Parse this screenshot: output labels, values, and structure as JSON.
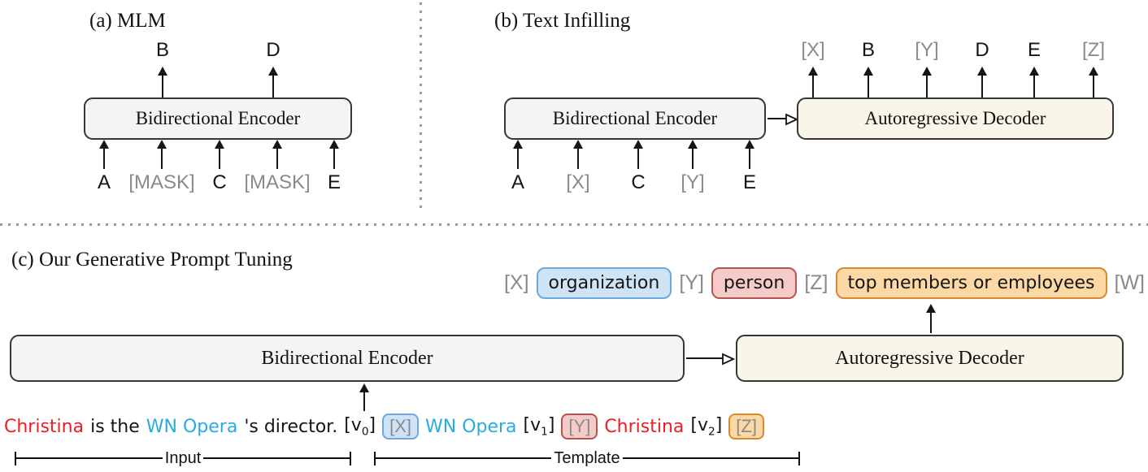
{
  "panels": {
    "a": {
      "title": "(a) MLM",
      "encoder": "Bidirectional Encoder",
      "outputs": [
        "B",
        "D"
      ],
      "inputs": [
        "A",
        "[MASK]",
        "C",
        "[MASK]",
        "E"
      ]
    },
    "b": {
      "title": "(b) Text Infilling",
      "encoder": "Bidirectional Encoder",
      "decoder": "Autoregressive Decoder",
      "inputs": [
        "A",
        "[X]",
        "C",
        "[Y]",
        "E"
      ],
      "outputs": [
        "[X]",
        "B",
        "[Y]",
        "D",
        "E",
        "[Z]"
      ]
    },
    "c": {
      "title": "(c) Our Generative Prompt Tuning",
      "encoder": "Bidirectional Encoder",
      "decoder": "Autoregressive Decoder",
      "label_row": {
        "x": "[X]",
        "organization": "organization",
        "y": "[Y]",
        "person": "person",
        "z": "[Z]",
        "relation": "top members or employees",
        "w": "[W]"
      },
      "input_row": {
        "subject": "Christina",
        "mid1": "is the",
        "object": "WN Opera",
        "mid2": "'s director.",
        "v0_pre": "[v",
        "v0_sub": "0",
        "v0_post": "]",
        "x_token": "[X]",
        "object2": "WN Opera",
        "v1_pre": "[v",
        "v1_sub": "1",
        "v1_post": "]",
        "y_token": "[Y]",
        "subject2": "Christina",
        "v2_pre": "[v",
        "v2_sub": "2",
        "v2_post": "]",
        "z_token": "[Z]"
      },
      "brackets": {
        "input": "Input",
        "template": "Template"
      }
    },
    "colors": {
      "encoder_fill": "#f4f4f3",
      "decoder_fill": "#f9f5e8",
      "chip_blue_fill": "#cfe3f7",
      "chip_blue_border": "#6fa8dc",
      "chip_pink_fill": "#f5cbca",
      "chip_pink_border": "#b85450",
      "chip_orange_fill": "#fcd9a4",
      "chip_orange_border": "#d9882f",
      "muted_token": "#8a8a8a",
      "entity_red": "#ee1c24",
      "entity_cyan": "#29abe2"
    }
  }
}
